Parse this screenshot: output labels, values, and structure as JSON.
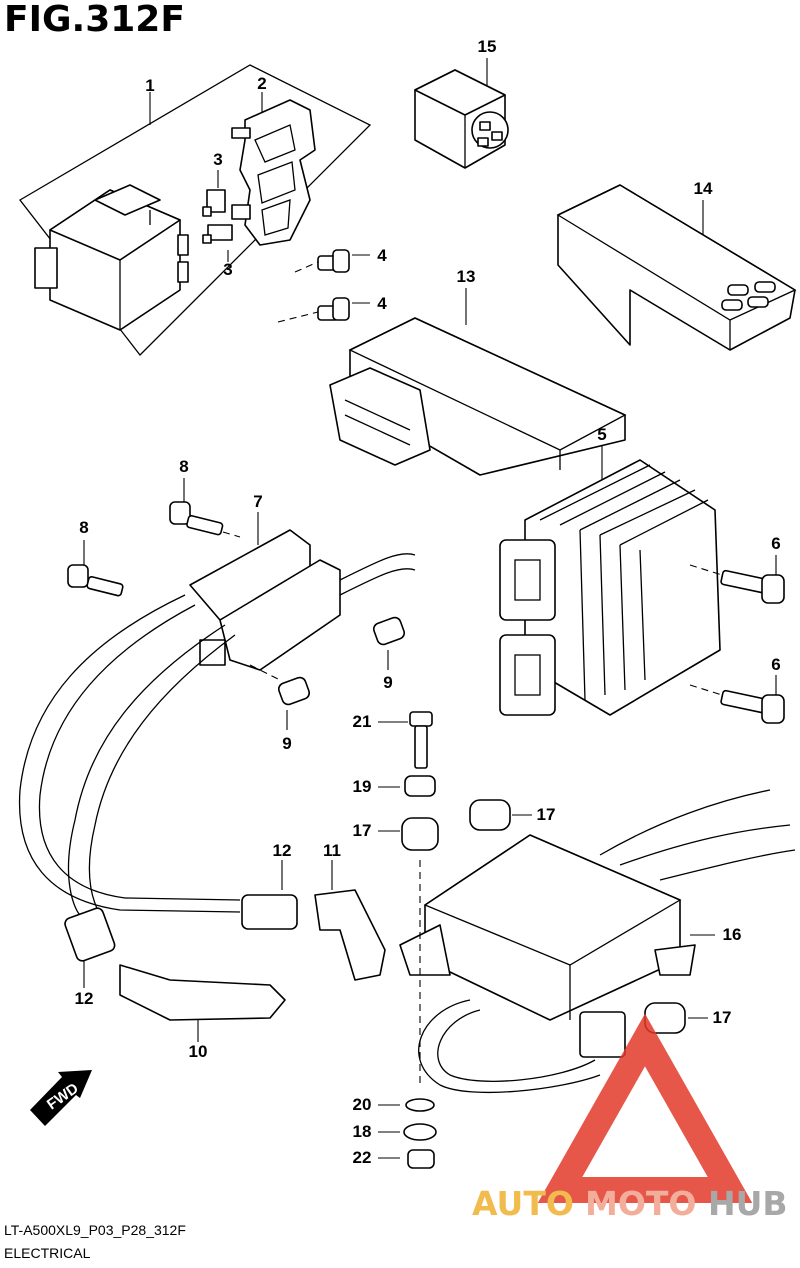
{
  "figure": {
    "title": "FIG.312F",
    "code": "LT-A500XL9_P03_P28_312F",
    "section": "ELECTRICAL",
    "direction_label": "FWD"
  },
  "watermark": {
    "auto": "AUTO",
    "moto": "MOTO",
    "hub": "HUB",
    "colors": {
      "triangle": "#e23a2a",
      "auto": "#f0b030",
      "moto": "#f2a08a",
      "hub": "#9a9a9a"
    }
  },
  "callouts": {
    "c1": "1",
    "c2": "2",
    "c3a": "3",
    "c3b": "3",
    "c4a": "4",
    "c4b": "4",
    "c5": "5",
    "c6a": "6",
    "c6b": "6",
    "c7": "7",
    "c8a": "8",
    "c8b": "8",
    "c9a": "9",
    "c9b": "9",
    "c10": "10",
    "c11": "11",
    "c12a": "12",
    "c12b": "12",
    "c13": "13",
    "c14": "14",
    "c15": "15",
    "c16": "16",
    "c17a": "17",
    "c17b": "17",
    "c17c": "17",
    "c18": "18",
    "c19": "19",
    "c20": "20",
    "c21": "21",
    "c22": "22"
  }
}
